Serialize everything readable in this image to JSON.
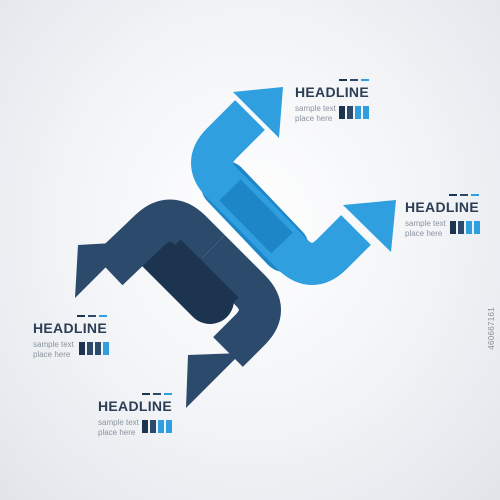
{
  "colors": {
    "light_blue": "#2f9fe0",
    "light_blue_shadow": "#1d86c7",
    "navy": "#2b4a6c",
    "navy_shadow": "#1d3450",
    "bar_dark": "#1d3450",
    "bar_mid": "#2b4a6c",
    "bar_light": "#2f9fe0"
  },
  "callouts": [
    {
      "headline": "HEADLINE",
      "line1": "sample text",
      "line2": "place here"
    },
    {
      "headline": "HEADLINE",
      "line1": "sample text",
      "line2": "place here"
    },
    {
      "headline": "HEADLINE",
      "line1": "sample text",
      "line2": "place here"
    },
    {
      "headline": "HEADLINE",
      "line1": "sample text",
      "line2": "place here"
    }
  ],
  "watermark": "460667161"
}
